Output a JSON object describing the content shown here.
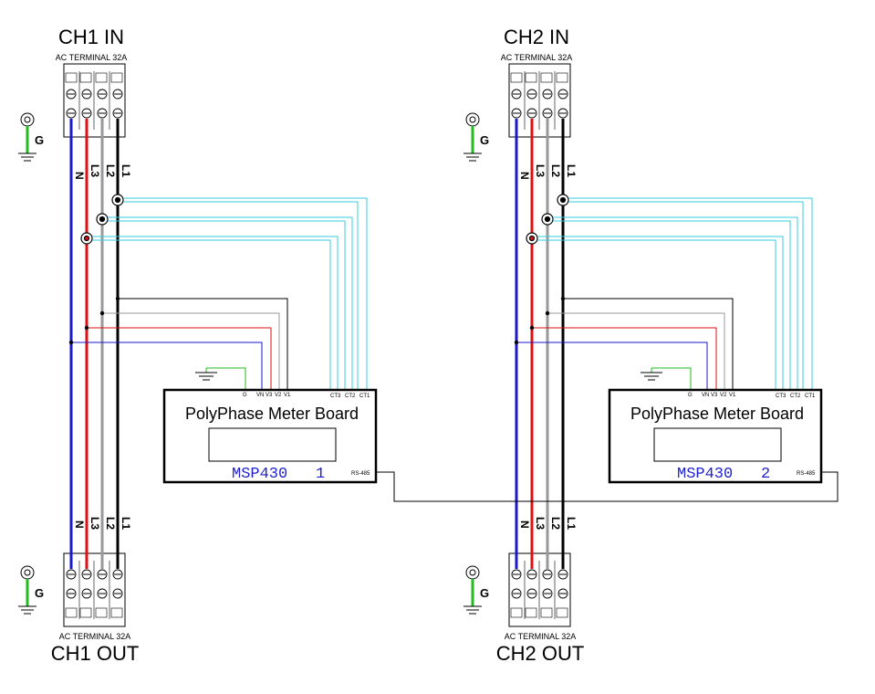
{
  "channels": [
    {
      "in_title": "CH1 IN",
      "out_title": "CH1 OUT",
      "terminal_in_label": "AC TERMINAL 32A",
      "terminal_out_label": "AC TERMINAL 32A",
      "board_title": "PolyPhase Meter Board",
      "board_chip": "MSP430",
      "board_number": "1"
    },
    {
      "in_title": "CH2 IN",
      "out_title": "CH2 OUT",
      "terminal_in_label": "AC TERMINAL 32A",
      "terminal_out_label": "AC TERMINAL 32A",
      "board_title": "PolyPhase Meter Board",
      "board_chip": "MSP430",
      "board_number": "2"
    }
  ],
  "line_labels": [
    "N",
    "L3",
    "L2",
    "L1"
  ],
  "ground_label": "G",
  "board_pins": {
    "voltage": [
      "G",
      "VN",
      "V3",
      "V2",
      "V1"
    ],
    "current": [
      "CT3",
      "CT2",
      "CT1"
    ],
    "comm": "RS-485"
  },
  "wire_colors": {
    "N": "#1a1acc",
    "L3": "#dd1111",
    "L2": "#999999",
    "L1": "#000000",
    "CT": "#33ccdd",
    "ground": "#22bb22"
  }
}
